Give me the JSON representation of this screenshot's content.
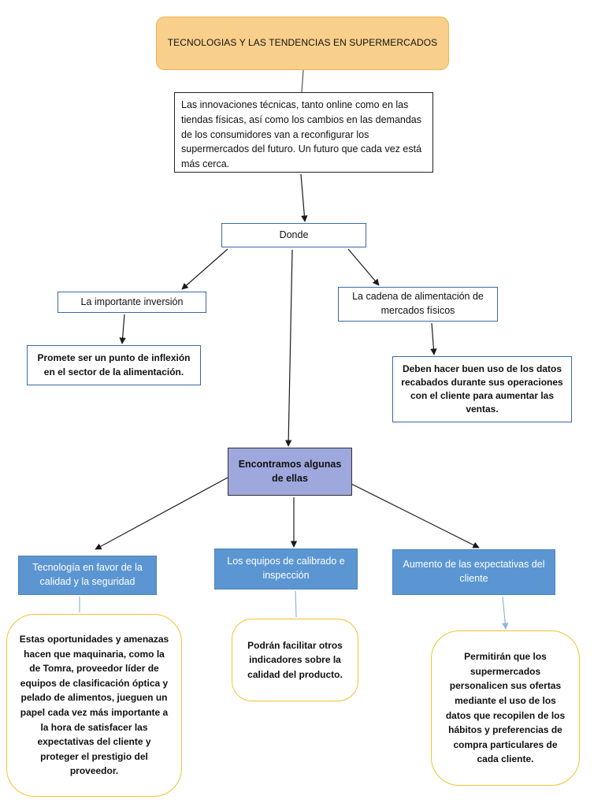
{
  "diagram": {
    "title": "TECNOLOGIAS Y LAS TENDENCIAS EN SUPERMERCADOS",
    "intro": "Las innovaciones técnicas, tanto online como en las tiendas físicas, así como los cambios en las demandas de los consumidores van a reconfigurar los supermercados del futuro. Un futuro que cada vez está más cerca.",
    "donde": "Donde",
    "inversion": "La importante inversión",
    "promete": "Promete ser un punto de inflexión en el sector de la alimentación.",
    "cadena": "La cadena de alimentación de mercados físicos",
    "datos": "Deben hacer buen uso de los datos recabados durante sus operaciones con el cliente para aumentar las ventas.",
    "encontramos": "Encontramos algunas de ellas",
    "tecnologia": "Tecnología en favor de la calidad y la seguridad",
    "equipos": "Los equipos de calibrado e inspección",
    "aumento": "Aumento de las expectativas del cliente",
    "oportunidades": "Estas oportunidades y amenazas hacen que maquinaria, como la de Tomra, proveedor líder de equipos de clasificación óptica y pelado de alimentos, jueguen un papel cada vez más importante a la hora de satisfacer las expectativas del cliente y proteger el prestigio del proveedor.",
    "facilitar": "Podrán facilitar otros indicadores sobre la calidad del producto.",
    "permitiran": "Permitirán que los supermercados personalicen sus ofertas mediante el uso de los datos que recopilen de los hábitos y preferencias de compra particulares de cada cliente."
  },
  "colors": {
    "title_fill": "#f9cf8c",
    "box_outline": "#3a68a8",
    "highlight_fill": "#9ea8dd",
    "blue_fill": "#5b96d2",
    "oval_border": "#f1c232",
    "connector": "#1a1a1a",
    "light_connector": "#8db6e2"
  }
}
